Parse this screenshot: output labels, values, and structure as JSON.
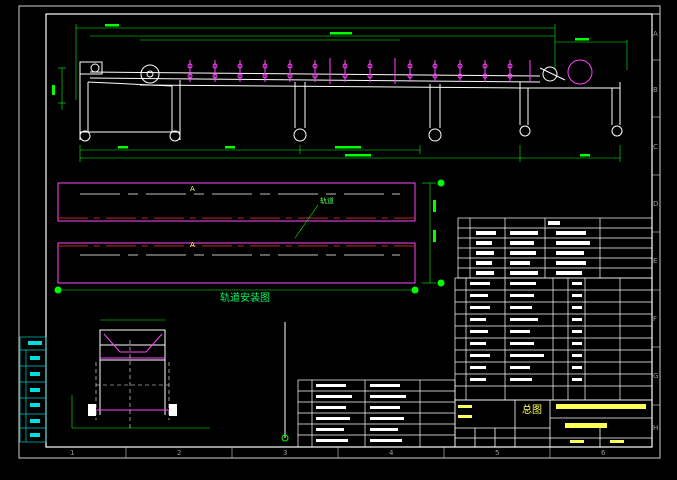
{
  "drawing": {
    "zone_letters": [
      "A",
      "B",
      "C",
      "D",
      "E",
      "F",
      "G",
      "H"
    ],
    "zone_numbers": [
      "1",
      "2",
      "3",
      "4",
      "5",
      "6"
    ],
    "plan_view_caption": "轨道安装图",
    "track_label": "轨道",
    "section_marker": "A",
    "title_block": {
      "drawing_title": "总图",
      "company": "",
      "product": ""
    },
    "colors": {
      "frame": "#ffffff",
      "border_cyan": "#00c8c8",
      "structure": "#ffffff",
      "dimension": "#00ff00",
      "rollers": "#ff44ff",
      "centerline": "#ff3333",
      "title": "#ffff55"
    }
  }
}
